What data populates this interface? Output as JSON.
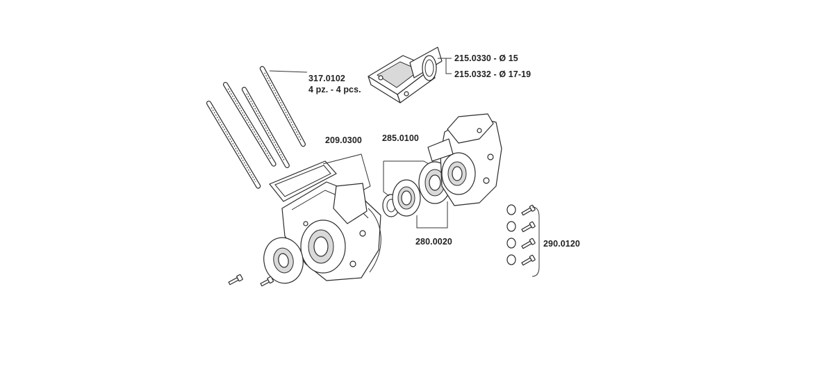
{
  "labels": {
    "studs_code": "317.0102",
    "studs_qty": "4 pz. - 4 pcs.",
    "reed_a": "215.0330 - Ø 15",
    "reed_b": "215.0332 - Ø 17-19",
    "gasket": "209.0300",
    "seal": "285.0100",
    "bearing": "280.0020",
    "screws": "290.0120"
  }
}
